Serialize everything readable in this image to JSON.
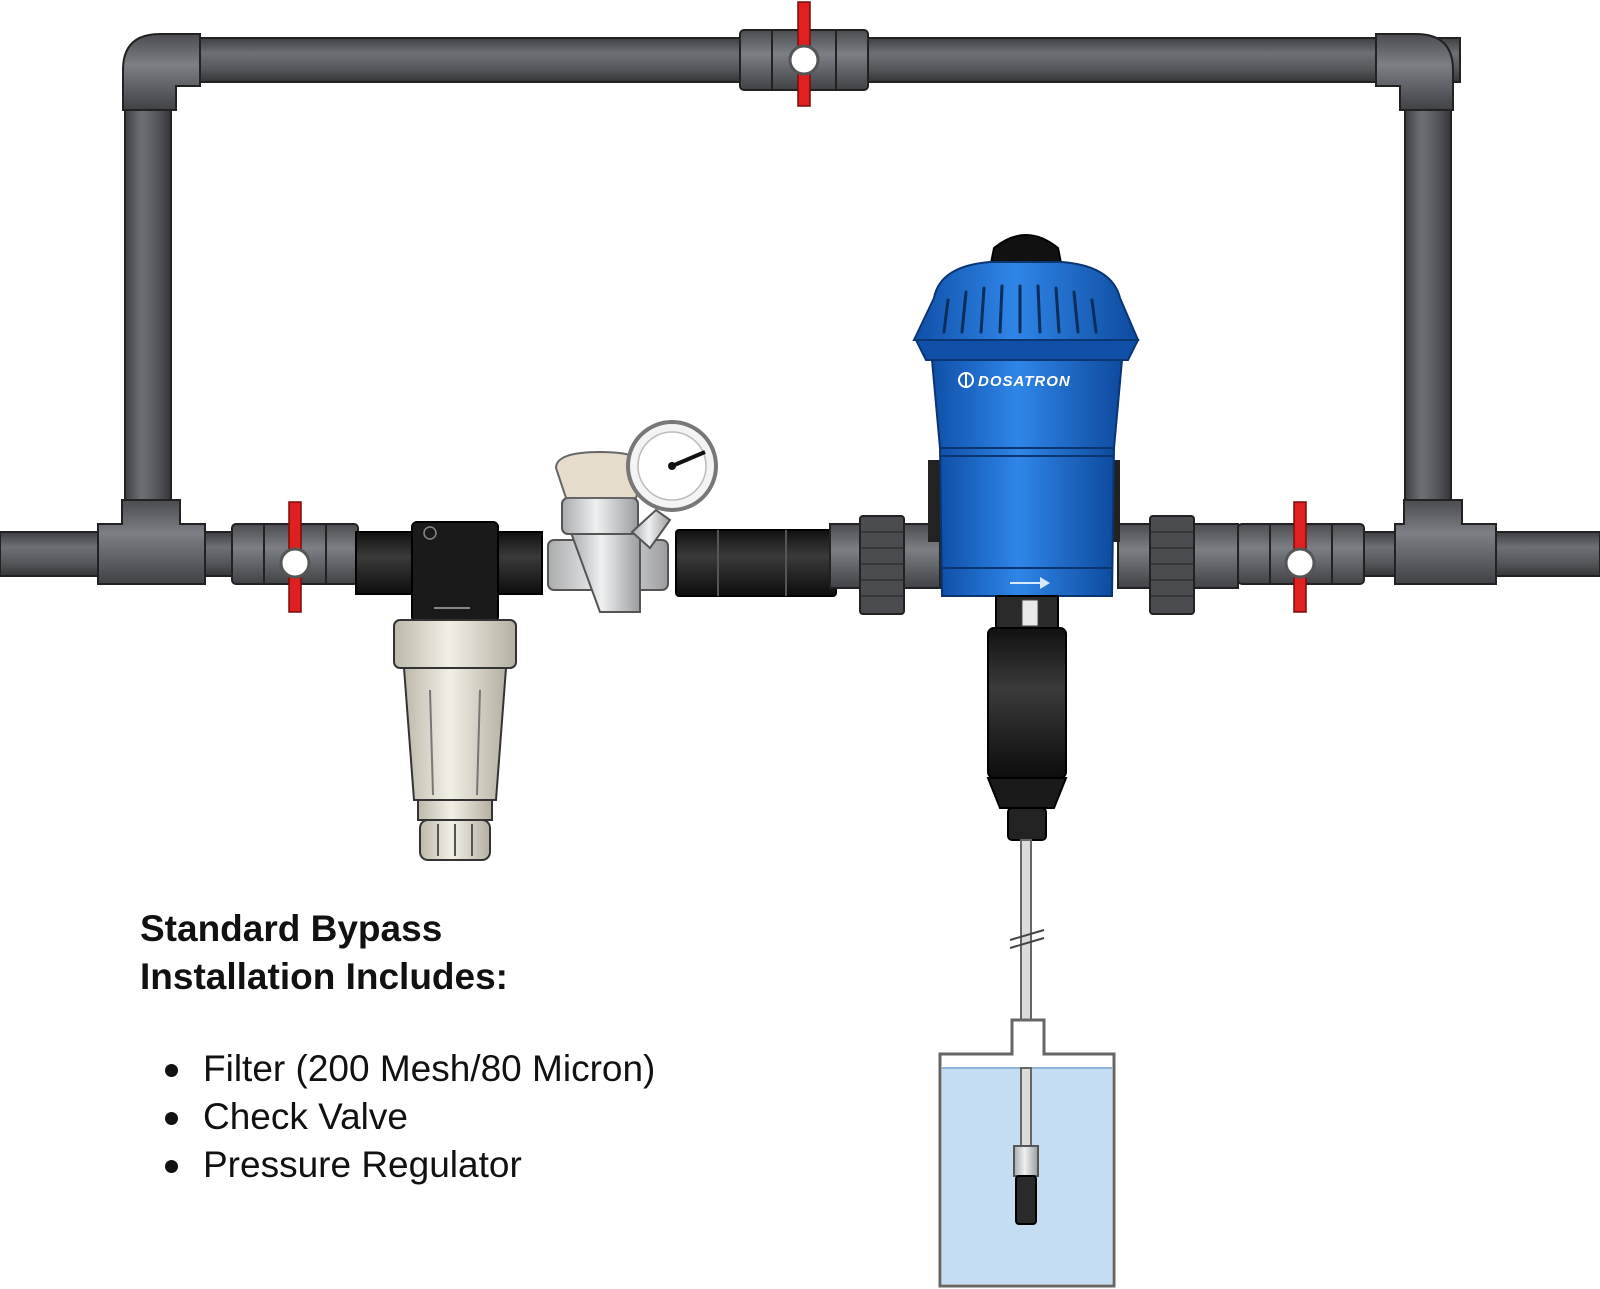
{
  "brand_label": "DOSATRON",
  "caption": {
    "title_line1": "Standard Bypass",
    "title_line2": "Installation Includes:",
    "items": [
      "Filter (200 Mesh/80 Micron)",
      "Check Valve",
      "Pressure Regulator"
    ]
  },
  "colors": {
    "pipe": "#55575b",
    "pipe_dark": "#3a3c40",
    "valve_handle": "#e02020",
    "dosatron_blue": "#1e6fd0",
    "filter_bowl": "#e6e3da",
    "water": "#c4ddf3"
  },
  "icons": [
    "ball-valve-icon",
    "filter-icon",
    "pressure-regulator-icon",
    "pressure-gauge-icon",
    "check-valve-icon",
    "dosatron-injector-icon",
    "chemical-tank-icon",
    "flow-arrow-icon"
  ]
}
